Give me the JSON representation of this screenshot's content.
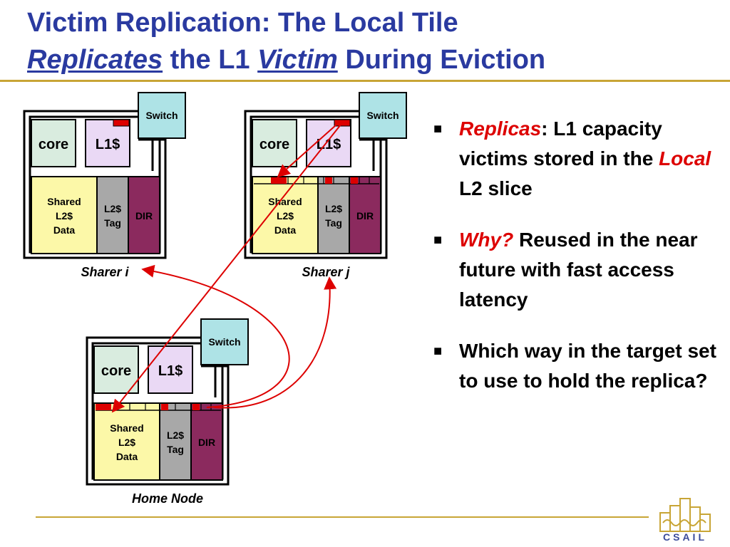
{
  "title": {
    "line1": "Victim Replication: The Local Tile",
    "replicates": "Replicates",
    "the_l1": "the L1",
    "victim": "Victim",
    "during_eviction": "During Eviction"
  },
  "tile_labels": {
    "switch": "Switch",
    "core": "core",
    "l1": "L1$",
    "shared_l1": "Shared",
    "shared_l2": "L2$",
    "shared_l3": "Data",
    "tag_l1": "L2$",
    "tag_l2": "Tag",
    "dir": "DIR"
  },
  "tiles": {
    "sharer_i": "Sharer i",
    "sharer_j": "Sharer j",
    "home_node": "Home Node"
  },
  "bullets": [
    {
      "em": "Replicas",
      "rest": ": L1 capacity victims stored in the ",
      "em2": "Local",
      "rest2": " L2 slice"
    },
    {
      "em": "Why?",
      "rest": " Reused in the near future with fast access latency"
    },
    {
      "text": "Which way in the target set to use to hold the replica?"
    }
  ],
  "logo": {
    "text": "CSAIL"
  },
  "colors": {
    "title": "#2a3aa0",
    "rule": "#c8a536",
    "switch": "#aee3e6",
    "core": "#d9ecdf",
    "l1": "#ead9f5",
    "data": "#fcf8a8",
    "tag": "#a8a8a8",
    "dir": "#8b2a5e",
    "accent": "#dd0000"
  }
}
